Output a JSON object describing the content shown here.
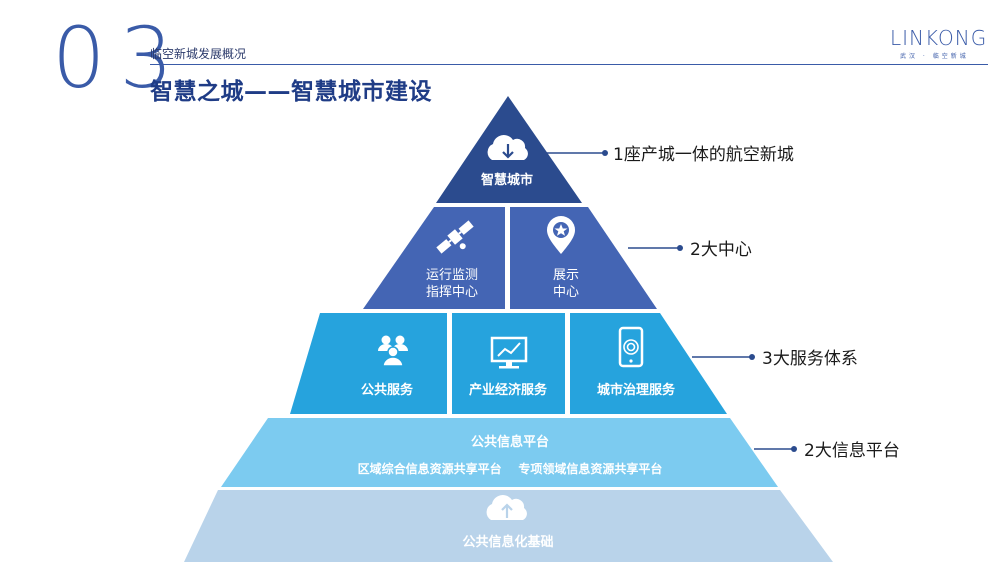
{
  "header": {
    "section_number": "03",
    "section_subtitle": "临空新城发展概况",
    "title": "智慧之城——智慧城市建设"
  },
  "logo": {
    "word": "LINKONG",
    "sub": "武汉 · 临空新城"
  },
  "pyramid": {
    "tier1": {
      "icon": "cloud-download-icon",
      "label": "智慧城市"
    },
    "tier2": [
      {
        "icon": "satellite-icon",
        "label_line1": "运行监测",
        "label_line2": "指挥中心"
      },
      {
        "icon": "map-pin-star-icon",
        "label_line1": "展示",
        "label_line2": "中心"
      }
    ],
    "tier3": [
      {
        "icon": "people-group-icon",
        "label": "公共服务"
      },
      {
        "icon": "monitor-chart-icon",
        "label": "产业经济服务"
      },
      {
        "icon": "smartphone-icon",
        "label": "城市治理服务"
      }
    ],
    "tier4": {
      "label": "公共信息平台",
      "sub": "区域综合信息资源共享平台    专项领域信息资源共享平台"
    },
    "tier5": {
      "icon": "cloud-upload-icon",
      "label": "公共信息化基础"
    }
  },
  "callouts": [
    "1座产城一体的航空新城",
    "2大中心",
    "3大服务体系",
    "2大信息平台"
  ],
  "colors": {
    "dark_navy": "#2b4b8e",
    "mid_blue": "#4064b2",
    "bright_blue": "#2ba3dc",
    "light_blue": "#7ccbf0",
    "pale_blue": "#b8d4ea",
    "line": "#2b4b8e"
  }
}
